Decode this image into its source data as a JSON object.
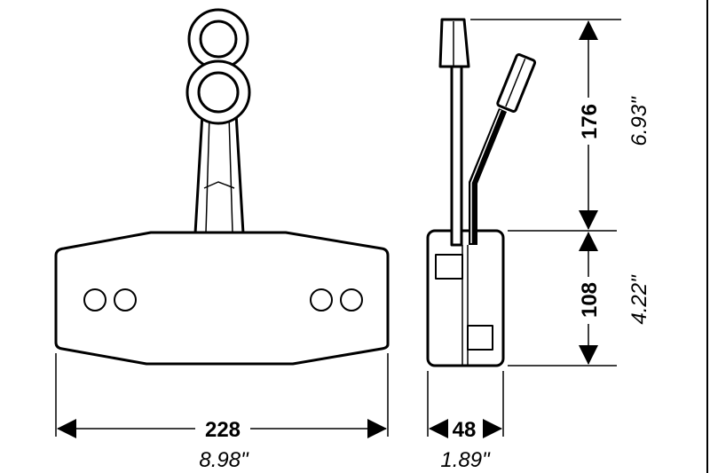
{
  "dimensions": {
    "width_mm": "228",
    "width_in": "8.98\"",
    "depth_mm": "48",
    "depth_in": "1.89\"",
    "lever_height_mm": "176",
    "lever_height_in": "6.93\"",
    "body_height_mm": "108",
    "body_height_in": "4.22\""
  }
}
